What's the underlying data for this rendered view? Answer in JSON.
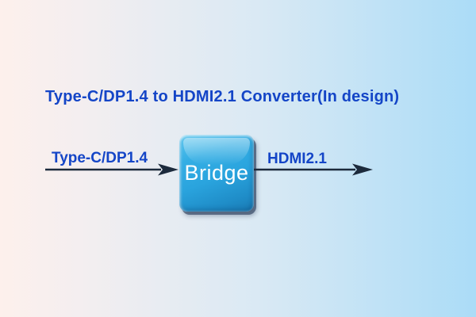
{
  "title": {
    "text": "Type-C/DP1.4 to HDMI2.1 Converter(In design)",
    "color": "#1445c7"
  },
  "diagram": {
    "input_label": "Type-C/DP1.4",
    "node_label": "Bridge",
    "output_label": "HDMI2.1",
    "node_fill_color": "#2aa4de",
    "node_text_color": "#ffffff",
    "arrow_color": "#1c2a3c",
    "label_color": "#1445c7"
  },
  "page": {
    "background_gradient_left": "#fdf0ec",
    "background_gradient_right": "#abdcf7"
  }
}
